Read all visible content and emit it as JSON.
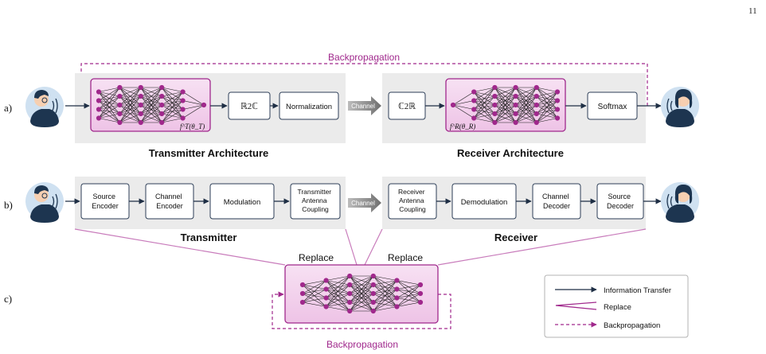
{
  "page_number": "11",
  "row_labels": {
    "a": "a)",
    "b": "b)",
    "c": "c)"
  },
  "row_a": {
    "backprop_label": "Backpropagation",
    "r2c": "ℝ2ℂ",
    "normalization": "Normalization",
    "channel": "Channel",
    "c2r": "ℂ2ℝ",
    "softmax": "Softmax",
    "tx_func_label": "f^T(θ_T)",
    "rx_func_label": "f^R(θ_R)",
    "tx_title": "Transmitter Architecture",
    "rx_title": "Receiver Architecture"
  },
  "row_b": {
    "source_encoder": [
      "Source",
      "Encoder"
    ],
    "channel_encoder": [
      "Channel",
      "Encoder"
    ],
    "modulation": "Modulation",
    "tx_coupling": [
      "Transmitter",
      "Antenna",
      "Coupling"
    ],
    "channel": "Channel",
    "rx_coupling": [
      "Receiver",
      "Antenna",
      "Coupling"
    ],
    "demodulation": "Demodulation",
    "channel_decoder": [
      "Channel",
      "Decoder"
    ],
    "source_decoder": [
      "Source",
      "Decoder"
    ],
    "tx_title": "Transmitter",
    "rx_title": "Receiver"
  },
  "row_c": {
    "replace_left": "Replace",
    "replace_right": "Replace",
    "backprop_label": "Backpropagation"
  },
  "legend": {
    "info": "Information Transfer",
    "replace": "Replace",
    "backprop": "Backpropagation"
  },
  "colors": {
    "magenta": "#a0288c",
    "nn_fill": "#f2d3ec",
    "panel": "#ebebeb",
    "block_border": "#2c3e57",
    "arrow": "#1f2f45",
    "channel_arrow": "#8c8c8c",
    "skin": "#f6cfb1",
    "halo": "#cfe1f1"
  }
}
